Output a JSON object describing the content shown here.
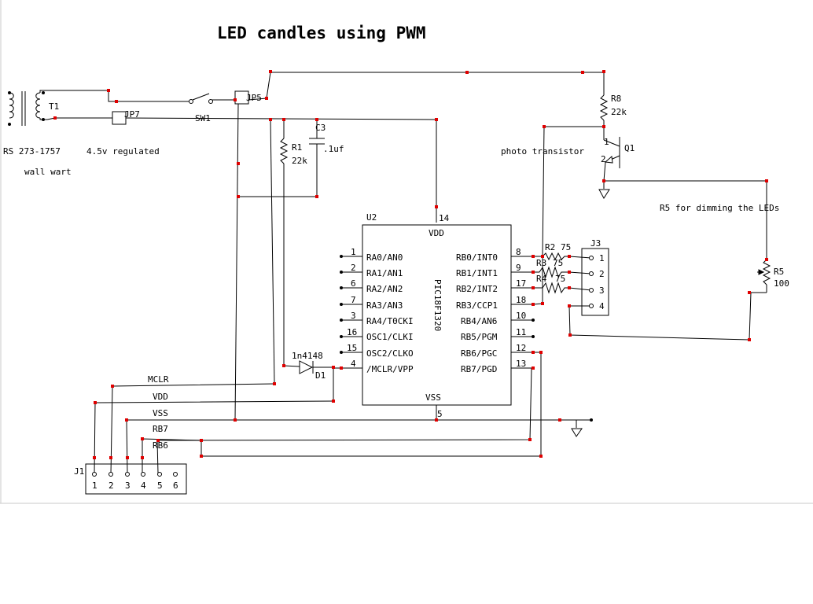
{
  "title": "LED candles using PWM",
  "colors": {
    "junction": "#e00000",
    "wire": "#000000",
    "background": "#ffffff"
  },
  "notes": {
    "supply_part": "RS 273-1757",
    "supply_desc": "4.5v regulated",
    "supply_desc2": "wall wart",
    "photo": "photo transistor",
    "dimming": "R5 for dimming the LEDs"
  },
  "components": {
    "t1": "T1",
    "jp5": "JP5",
    "jp7": "JP7",
    "sw1": "SW1",
    "c3": "C3",
    "c3_value": ".1uf",
    "r1": "R1",
    "r1_value": "22k",
    "r8": "R8",
    "r8_value": "22k",
    "q1": "Q1",
    "q1_pin1": "1",
    "q1_pin2": "2",
    "d1": "D1",
    "d1_value": "1n4148",
    "r2": "R2",
    "r2_value": "75",
    "r3": "R3",
    "r3_value": "75",
    "r4": "R4",
    "r4_value": "75",
    "r5": "R5",
    "r5_value": "100",
    "u2": "U2",
    "u2_part": "PIC18F1320",
    "u2_vdd": "VDD",
    "u2_vss": "VSS",
    "u2_vdd_pin": "14",
    "u2_vss_pin": "5",
    "j1": "J1",
    "j3": "J3"
  },
  "u2_left_pins": [
    {
      "num": "1",
      "label": "RA0/AN0"
    },
    {
      "num": "2",
      "label": "RA1/AN1"
    },
    {
      "num": "6",
      "label": "RA2/AN2"
    },
    {
      "num": "7",
      "label": "RA3/AN3"
    },
    {
      "num": "3",
      "label": "RA4/T0CKI"
    },
    {
      "num": "16",
      "label": "OSC1/CLKI"
    },
    {
      "num": "15",
      "label": "OSC2/CLKO"
    },
    {
      "num": "4",
      "label": "/MCLR/VPP"
    }
  ],
  "u2_right_pins": [
    {
      "num": "8",
      "label": "RB0/INT0"
    },
    {
      "num": "9",
      "label": "RB1/INT1"
    },
    {
      "num": "17",
      "label": "RB2/INT2"
    },
    {
      "num": "18",
      "label": "RB3/CCP1"
    },
    {
      "num": "10",
      "label": "RB4/AN6"
    },
    {
      "num": "11",
      "label": "RB5/PGM"
    },
    {
      "num": "12",
      "label": "RB6/PGC"
    },
    {
      "num": "13",
      "label": "RB7/PGD"
    }
  ],
  "j1_pins": [
    "1",
    "2",
    "3",
    "4",
    "5",
    "6"
  ],
  "j3_pins": [
    "1",
    "2",
    "3",
    "4"
  ],
  "nets": {
    "mclr": "MCLR",
    "vdd": "VDD",
    "vss": "VSS",
    "rb7": "RB7",
    "rb6": "RB6"
  }
}
